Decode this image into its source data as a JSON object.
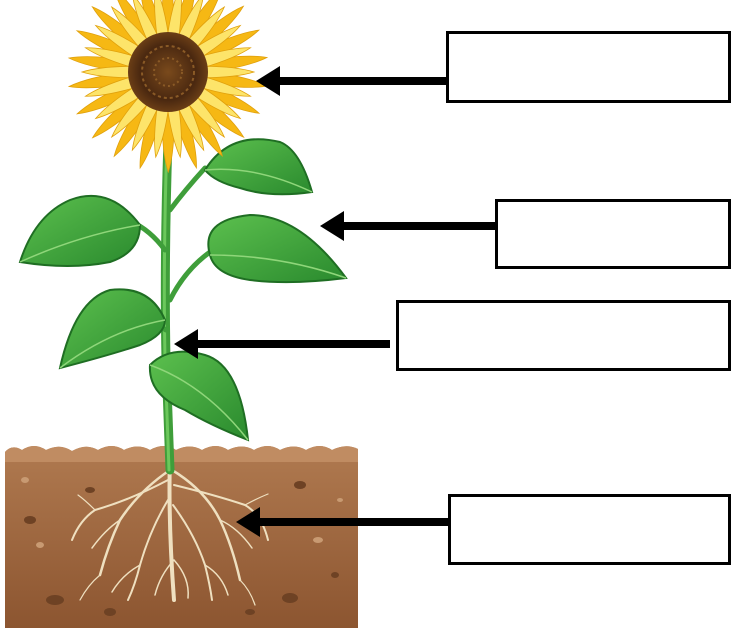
{
  "diagram": {
    "subject": "sunflower-plant",
    "labels": [
      {
        "id": "flower",
        "text": ""
      },
      {
        "id": "leaf",
        "text": ""
      },
      {
        "id": "stem",
        "text": ""
      },
      {
        "id": "root",
        "text": ""
      }
    ]
  },
  "colors": {
    "petal": "#f6b814",
    "petal_light": "#fde46a",
    "flower_center": "#5a3214",
    "leaf": "#3fa83c",
    "leaf_dark": "#207a26",
    "stem": "#4fae45",
    "soil": "#a06a42",
    "soil_top": "#b58159",
    "soil_dark": "#7a4a2a",
    "root": "#e8d8b8",
    "arrow": "#000000",
    "box_border": "#000000"
  }
}
